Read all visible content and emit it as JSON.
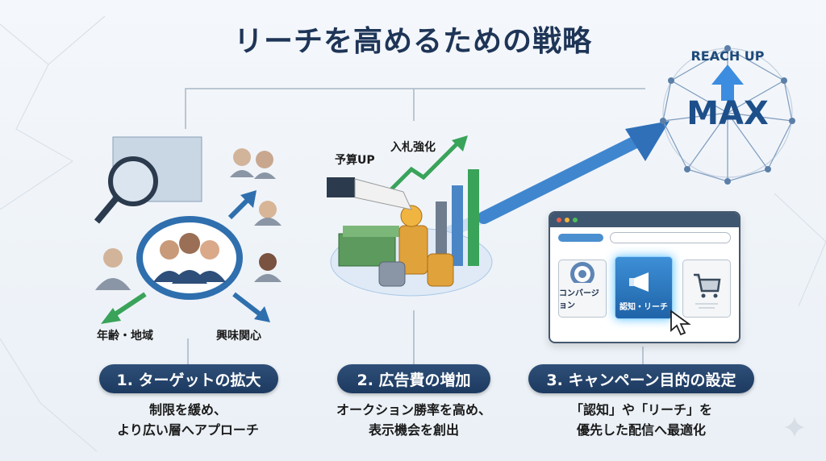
{
  "title": "リーチを高めるための戦略",
  "badge": {
    "top": "REACH UP",
    "main": "MAX"
  },
  "panel1": {
    "labels": [
      "年齢・地域",
      "興味関心"
    ]
  },
  "panel2": {
    "labels": [
      "予算UP",
      "入札強化"
    ]
  },
  "panel3": {
    "cards": [
      "コンバージョン",
      "認知・リーチ"
    ]
  },
  "steps": [
    {
      "label": "1. ターゲットの拡大",
      "desc": [
        "制限を緩め、",
        "より広い層へアプローチ"
      ]
    },
    {
      "label": "2. 広告費の増加",
      "desc": [
        "オークション勝率を高め、",
        "表示機会を創出"
      ]
    },
    {
      "label": "3. キャンペーン目的の設定",
      "desc": [
        "「認知」や「リーチ」を",
        "優先した配信へ最適化"
      ]
    }
  ],
  "colors": {
    "navy": "#1e3557",
    "accent": "#2f7fd0",
    "green": "#3aa35a"
  }
}
